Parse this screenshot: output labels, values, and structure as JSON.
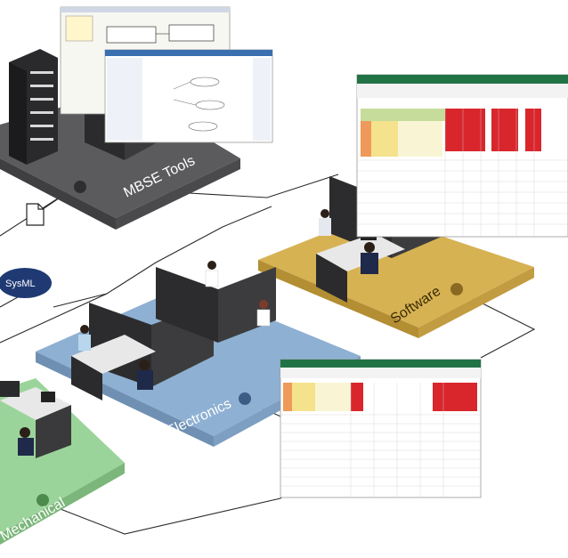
{
  "platforms": {
    "mbse": {
      "label": "MBSE Tools",
      "color": "#5b5b5e"
    },
    "software": {
      "label": "Software",
      "color": "#d7b253"
    },
    "electronics": {
      "label": "Electronics",
      "color": "#8eb0d2"
    },
    "mechanical": {
      "label": "Mechanical",
      "color": "#9bd49a"
    }
  },
  "connector": {
    "label": "SysML",
    "color": "#1f3a73"
  },
  "icons": [
    "document-icon",
    "server-rack-icon",
    "spreadsheet-icon",
    "modeling-tool-icon",
    "workstation-icon"
  ],
  "colors": {
    "excel_green": "#217346",
    "requirement_red": "#d9262c",
    "link_line": "#222222"
  }
}
